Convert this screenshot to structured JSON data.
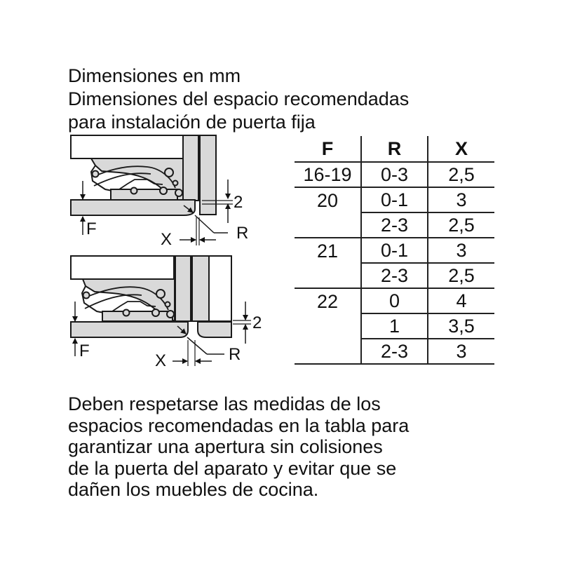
{
  "heading": {
    "lines": [
      "Dimensiones en mm",
      "Dimensiones del espacio recomendadas",
      "para instalación de puerta fija"
    ]
  },
  "diagrams": {
    "top": {
      "labels": {
        "f": "F",
        "x": "X",
        "r": "R",
        "gap": "2"
      }
    },
    "bottom": {
      "labels": {
        "f": "F",
        "x": "X",
        "r": "R",
        "gap": "2"
      }
    },
    "colors": {
      "fill": "#d9d9d9",
      "stroke": "#1a1a1a"
    }
  },
  "table": {
    "headers": [
      "F",
      "R",
      "X"
    ],
    "rows": [
      {
        "f": "16-19",
        "r": "0-3",
        "x": "2,5"
      },
      {
        "f": "20",
        "r": "0-1",
        "x": "3"
      },
      {
        "f": "",
        "r": "2-3",
        "x": "2,5"
      },
      {
        "f": "21",
        "r": "0-1",
        "x": "3"
      },
      {
        "f": "",
        "r": "2-3",
        "x": "2,5"
      },
      {
        "f": "22",
        "r": "0",
        "x": "4"
      },
      {
        "f": "",
        "r": "1",
        "x": "3,5"
      },
      {
        "f": "",
        "r": "2-3",
        "x": "3"
      }
    ]
  },
  "note": {
    "lines": [
      "Deben respetarse las medidas de los",
      "espacios recomendadas en la tabla para",
      "garantizar una apertura sin colisiones",
      "de la puerta del aparato y evitar que se",
      "dañen los muebles de cocina."
    ]
  }
}
